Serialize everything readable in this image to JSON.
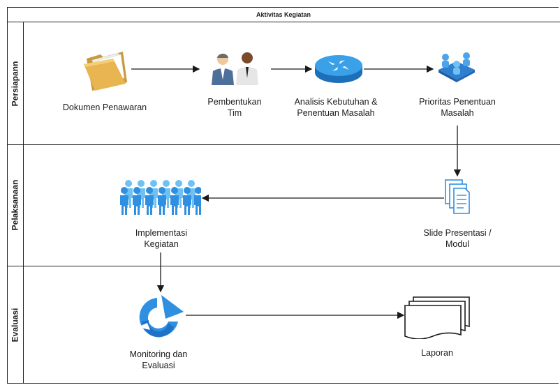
{
  "diagram": {
    "title": "Aktivitas Kegiatan",
    "lanes": {
      "persiapan": "Persiapann",
      "pelaksanaan": "Pelaksanaan",
      "evaluasi": "Evaluasi"
    },
    "nodes": {
      "dokumen": [
        "Dokumen Penawaran"
      ],
      "tim": [
        "Pembentukan",
        "Tim"
      ],
      "analisis": [
        "Analisis Kebutuhan &",
        "Penentuan Masalah"
      ],
      "prioritas": [
        "Prioritas Penentuan",
        "Masalah"
      ],
      "slide": [
        "Slide Presentasi /",
        "Modul"
      ],
      "implementasi": [
        "Implementasi",
        "Kegiatan"
      ],
      "monitoring": [
        "Monitoring dan",
        "Evaluasi"
      ],
      "laporan": [
        "Laporan"
      ]
    },
    "icons": {
      "dokumen": "folder-icon",
      "tim": "team-icon",
      "analisis": "router-icon",
      "prioritas": "network-users-icon",
      "slide": "documents-icon",
      "implementasi": "crowd-icon",
      "monitoring": "monitoring-icon",
      "laporan": "multi-document-icon"
    },
    "colors": {
      "line": "#1a1a1a",
      "blue": "#2f8fe0",
      "light_blue": "#6ec1f2"
    }
  }
}
